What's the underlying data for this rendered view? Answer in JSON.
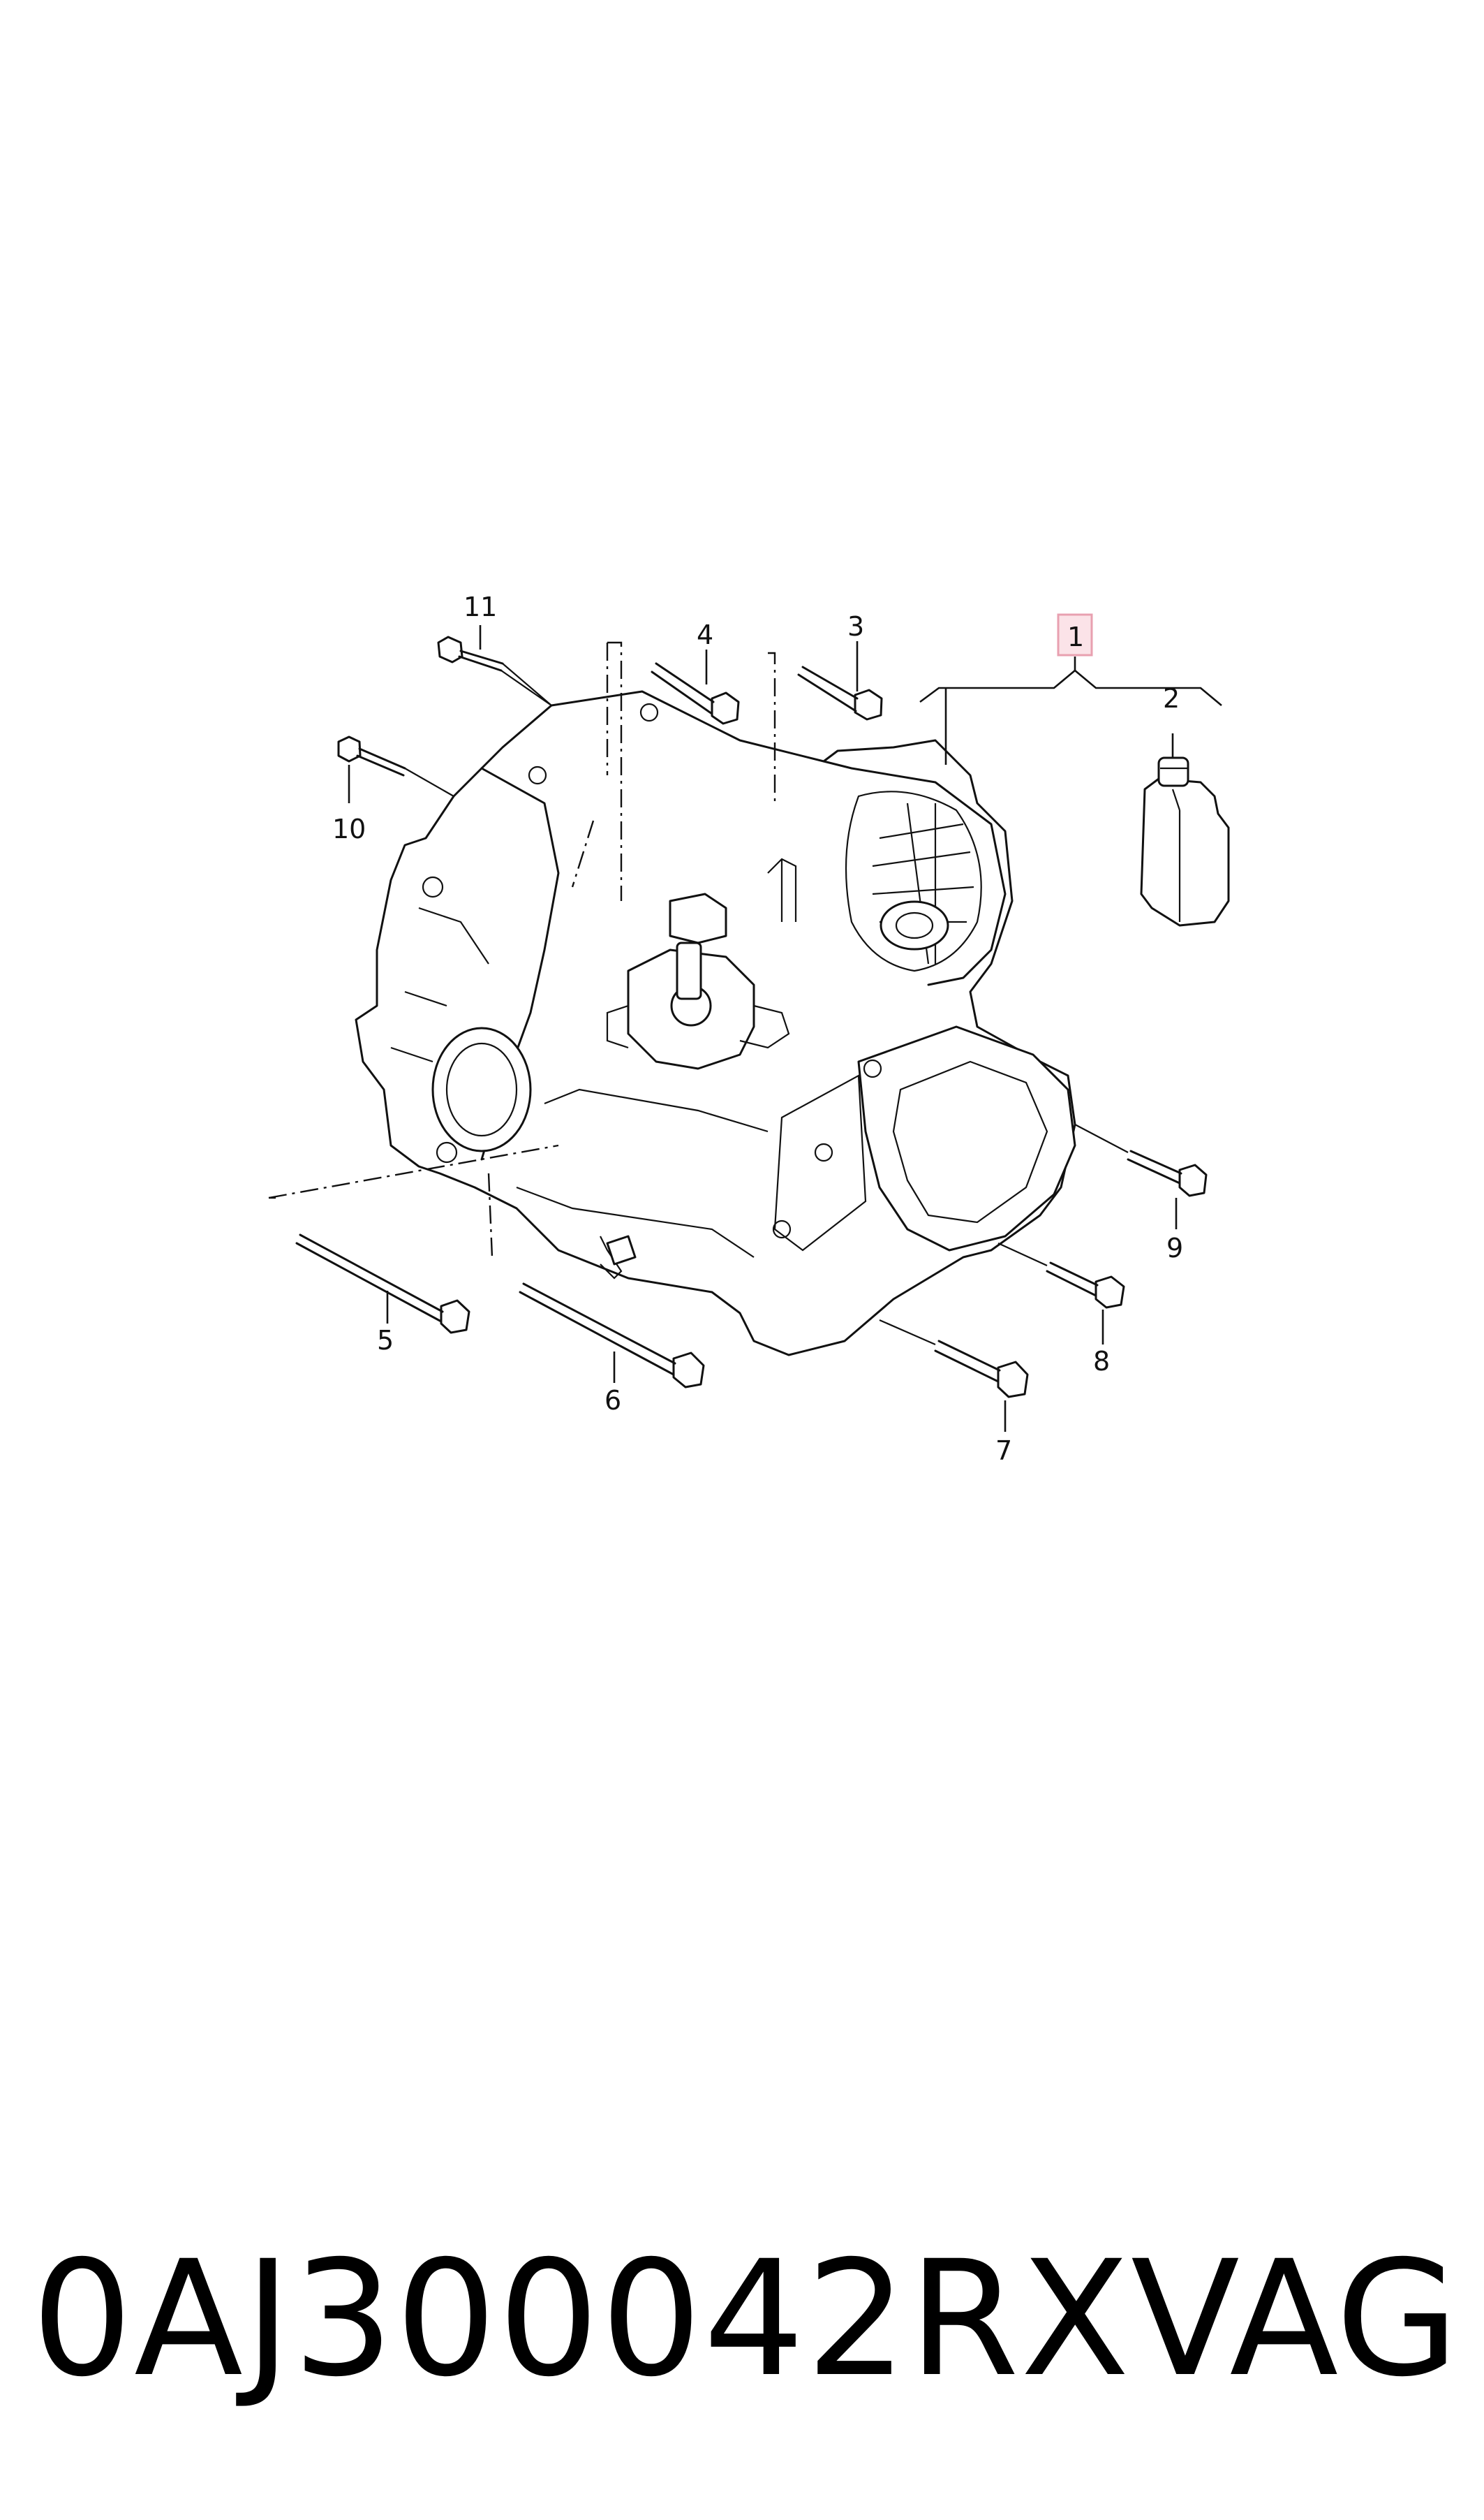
{
  "diagram": {
    "callouts": {
      "c1": "1",
      "c2": "2",
      "c3": "3",
      "c4": "4",
      "c5": "5",
      "c6": "6",
      "c7": "7",
      "c8": "8",
      "c9": "9",
      "c10": "10",
      "c11": "11"
    },
    "highlight_color": "#e8a0b0"
  },
  "footer": {
    "part_number": "0AJ300042RX",
    "brand": "VAG"
  }
}
